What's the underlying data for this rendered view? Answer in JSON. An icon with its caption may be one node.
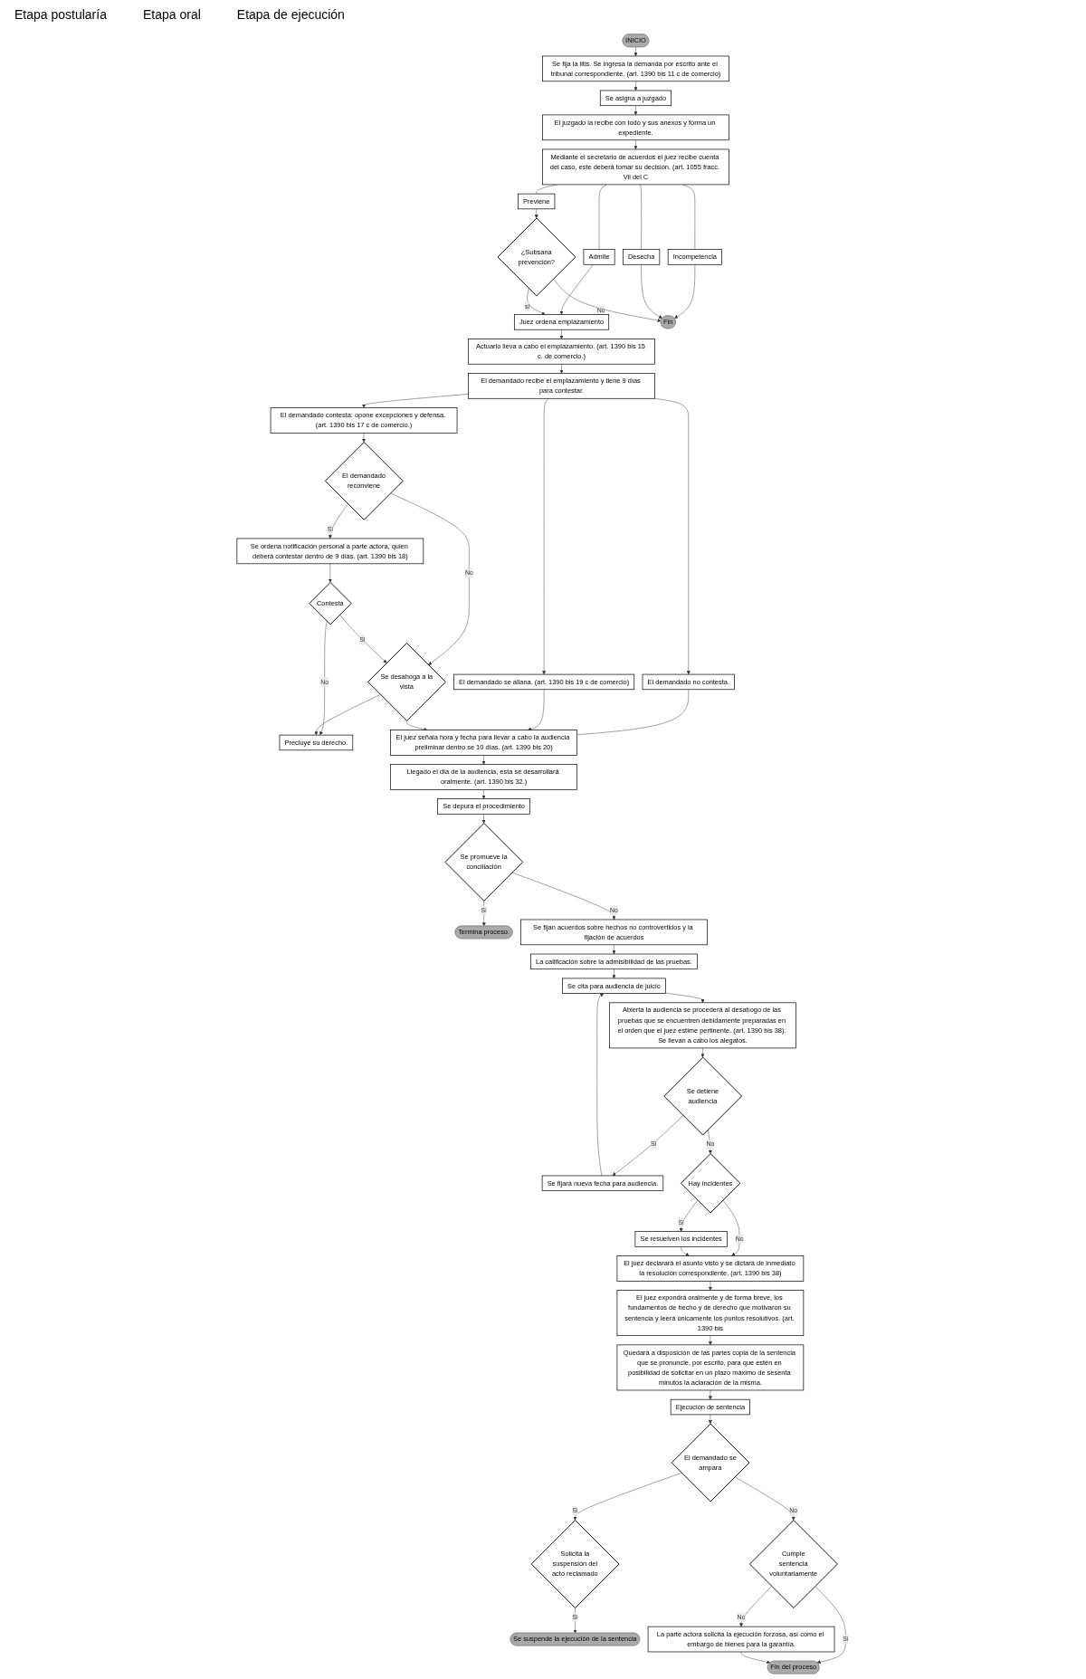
{
  "diagram": {
    "nodes": [
      {
        "text": [
          "INICIO"
        ]
      },
      {
        "text": [
          "Se fija la litis. Se ingresa la demanda por escrito ante el tribunal correspondiente. (art. 1390 bis 11 c de comercio)"
        ]
      },
      {
        "text": [
          "Se asigna a juzgado"
        ]
      },
      {
        "text": [
          "El juzgado la recibe con todo y sus anexos y forma un expediente."
        ]
      },
      {
        "text": [
          "Mediante el secretario de acuerdos el juez recibe cuenta del caso, este deberá tomar su decisión. (art. 1055 fracc. Vii del C"
        ]
      },
      {
        "text": [
          "Admite"
        ]
      },
      {
        "text": [
          "Previene"
        ]
      },
      {
        "text": [
          "Incompetencia"
        ]
      },
      {
        "text": [
          "Desecha"
        ]
      },
      {
        "text": [
          "Juez ordena emplazamiento"
        ]
      },
      {
        "text": [
          "¿Subsana prevención?"
        ]
      },
      {
        "text": [
          "Fin"
        ]
      },
      {
        "text": [
          "Actuario lleva a cabo el emplazamiento. (art. 1390 bis 15 c. de comercio.)"
        ]
      },
      {
        "text": [
          "El demandado recibe el emplazamiento y tiene 9 días para contestar."
        ]
      },
      {
        "text": [
          "El demandado no contesta."
        ]
      },
      {
        "text": [
          "El demandado contesta: opone excepciones y defensa. (art. 1390 bis 17 c de comercio.)"
        ]
      },
      {
        "text": [
          "El demandado se allana. (art. 1390 bis 19 c de comercio)"
        ]
      },
      {
        "text": [
          "El demandado reconviene"
        ]
      },
      {
        "text": [
          "Se ordena notificación personal a parte actora, quien deberá contestar dentro de 9 días. (art. 1390 bis 18)"
        ]
      },
      {
        "text": [
          "Se desahoga a la vista"
        ]
      },
      {
        "text": [
          "Contesta"
        ]
      },
      {
        "text": [
          "Precluye su derecho."
        ]
      },
      {
        "text": [
          "El juez señala hora y fecha para llevar a cabo la audiencia preliminar dentro se 10 días. (art. 1390 bis 20)"
        ]
      },
      {
        "text": [
          "Llegado el día de la audiencia, esta se desarrollará oralmente. (art. 1390 bis 32.)"
        ]
      },
      {
        "text": [
          "Se depura el procedimiento"
        ]
      },
      {
        "text": [
          "Se promueve la conciliación"
        ]
      },
      {
        "text": [
          "Termina proceso."
        ]
      },
      {
        "text": [
          "Se fijan acuerdos sobre hechos no controvertidos y la fijación de acuerdos"
        ]
      },
      {
        "text": [
          "La calificación sobre la admisibilidad de las pruebas."
        ]
      },
      {
        "text": [
          "Se cita para audiencia de juicio"
        ]
      },
      {
        "text": [
          "Abierta la audiencia se procederá al desahogo de las pruebas que se encuentren debidamente preparadas en el orden que el juez estime pertinente. (art. 1390 bis 38). Se llevan a cabo los alegatos."
        ]
      },
      {
        "text": [
          "Se detiene audiencia"
        ]
      },
      {
        "text": [
          "Se fijará nueva fecha para audiencia."
        ]
      },
      {
        "text": [
          "Hay incidentes"
        ]
      },
      {
        "text": [
          "Se resuelven los incidentes"
        ]
      },
      {
        "text": [
          "El juez declarará el asunto visto y se dictará de inmediato la resolución correspondiente. (art. 1390 bis 38)"
        ]
      },
      {
        "text": [
          "El juez expondrá oralmente y de forma breve, los fundamentos de hecho y de derecho que motivaron su sentencia y leerá únicamente los puntos resolutivos. (art. 1390 bis"
        ]
      },
      {
        "text": [
          "Quedará a disposición de las partes copia de la sentencia que se pronuncie, por escrito, para que estén en posibilidad de solicitar en un plazo máximo de sesenta minutos la aclaración de la misma."
        ]
      },
      {
        "text": [
          "Ejecución de sentencia"
        ]
      },
      {
        "text": [
          "El demandado se ampara"
        ]
      },
      {
        "text": [
          "Solicita la suspensión del acto reclamado"
        ]
      },
      {
        "text": [
          "Se suspende la ejecución de la sentencia"
        ]
      },
      {
        "text": [
          "Cumple sentencia voluntariamente"
        ]
      },
      {
        "text": [
          "La parte actora solicita la ejecución forzosa, así como el embargo de bienes para la garantía."
        ]
      },
      {
        "text": [
          "Fin del proceso"
        ]
      }
    ],
    "edges": [
      {
        "from": 0,
        "to": 1,
        "arrow": "to"
      },
      {
        "from": 1,
        "to": 2,
        "arrow": "to"
      },
      {
        "from": 2,
        "to": 3,
        "arrow": "to"
      },
      {
        "from": 3,
        "to": 4,
        "arrow": "to"
      },
      {
        "from": 4,
        "to": 5,
        "arrow": "none"
      },
      {
        "from": 4,
        "to": 6,
        "arrow": "none"
      },
      {
        "from": 4,
        "to": 7,
        "arrow": "none"
      },
      {
        "from": 4,
        "to": 8,
        "arrow": "none"
      },
      {
        "from": 5,
        "to": 9,
        "arrow": "to"
      },
      {
        "from": 6,
        "to": 10,
        "arrow": "to"
      },
      {
        "from": 7,
        "to": 11,
        "arrow": "to"
      },
      {
        "from": 8,
        "to": 11,
        "arrow": "to"
      },
      {
        "from": 10,
        "to": 9,
        "arrow": "to",
        "label": "si"
      },
      {
        "from": 10,
        "to": 11,
        "arrow": "to",
        "label": "No"
      },
      {
        "from": 9,
        "to": 12,
        "arrow": "to"
      },
      {
        "from": 12,
        "to": 13,
        "arrow": "to"
      },
      {
        "from": 13,
        "to": 14,
        "arrow": "to"
      },
      {
        "from": 13,
        "to": 15,
        "arrow": "to"
      },
      {
        "from": 13,
        "to": 16,
        "arrow": "to"
      },
      {
        "from": 14,
        "to": 22,
        "arrow": "none"
      },
      {
        "from": 16,
        "to": 22,
        "arrow": "to"
      },
      {
        "from": 15,
        "to": 17,
        "arrow": "to"
      },
      {
        "from": 17,
        "to": 18,
        "arrow": "to",
        "label": "Si"
      },
      {
        "from": 17,
        "to": 19,
        "arrow": "to",
        "label": "No"
      },
      {
        "from": 18,
        "to": 20,
        "arrow": "to"
      },
      {
        "from": 20,
        "to": 19,
        "arrow": "to",
        "label": "Si"
      },
      {
        "from": 20,
        "to": 21,
        "arrow": "to",
        "label": "No"
      },
      {
        "from": 19,
        "to": 21,
        "arrow": "to"
      },
      {
        "from": 19,
        "to": 22,
        "arrow": "to"
      },
      {
        "from": 22,
        "to": 23,
        "arrow": "to"
      },
      {
        "from": 23,
        "to": 24,
        "arrow": "to"
      },
      {
        "from": 24,
        "to": 25,
        "arrow": "to"
      },
      {
        "from": 25,
        "to": 26,
        "arrow": "to",
        "label": "Si"
      },
      {
        "from": 25,
        "to": 27,
        "arrow": "to",
        "label": "No"
      },
      {
        "from": 27,
        "to": 28,
        "arrow": "to"
      },
      {
        "from": 28,
        "to": 29,
        "arrow": "to"
      },
      {
        "from": 29,
        "to": 30,
        "arrow": "to"
      },
      {
        "from": 30,
        "to": 31,
        "arrow": "to"
      },
      {
        "from": 31,
        "to": 32,
        "arrow": "to",
        "label": "Si"
      },
      {
        "from": 32,
        "to": 29,
        "arrow": "to"
      },
      {
        "from": 31,
        "to": 33,
        "arrow": "to",
        "label": "No"
      },
      {
        "from": 33,
        "to": 34,
        "arrow": "to",
        "label": "Si"
      },
      {
        "from": 33,
        "to": 35,
        "arrow": "to",
        "label": "No"
      },
      {
        "from": 34,
        "to": 35,
        "arrow": "to"
      },
      {
        "from": 35,
        "to": 36,
        "arrow": "to"
      },
      {
        "from": 36,
        "to": 37,
        "arrow": "to"
      },
      {
        "from": 37,
        "to": 38,
        "arrow": "to"
      },
      {
        "from": 38,
        "to": 39,
        "arrow": "to"
      },
      {
        "from": 39,
        "to": 40,
        "arrow": "to",
        "label": "Si"
      },
      {
        "from": 40,
        "to": 41,
        "arrow": "to",
        "label": "Si"
      },
      {
        "from": 39,
        "to": 42,
        "arrow": "to",
        "label": "No"
      },
      {
        "from": 42,
        "to": 43,
        "arrow": "to",
        "label": "No"
      },
      {
        "from": 42,
        "to": 44,
        "arrow": "to",
        "label": "Si"
      },
      {
        "from": 43,
        "to": 44,
        "arrow": "to"
      }
    ],
    "labels": [
      "Etapa postularía",
      "Etapa oral",
      "Etapa de ejecución"
    ]
  }
}
